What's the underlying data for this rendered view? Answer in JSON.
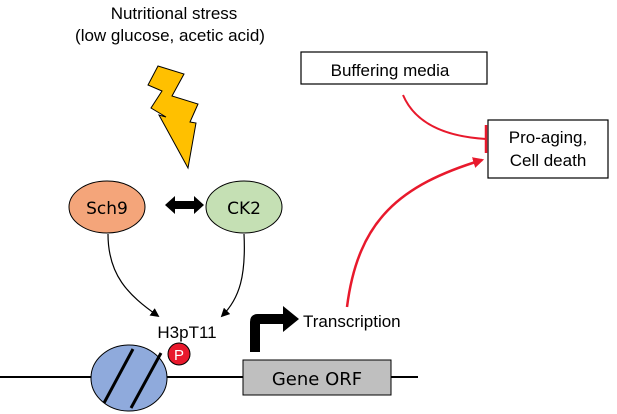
{
  "stress": {
    "line1": "Nutritional stress",
    "line2": "(low glucose, acetic acid)"
  },
  "boxes": {
    "buffering": "Buffering media",
    "outcome_line1": "Pro-aging,",
    "outcome_line2": "Cell death"
  },
  "nodes": {
    "sch9": "Sch9",
    "ck2": "CK2",
    "h3pt11": "H3pT11",
    "phospho": "P",
    "gene": "Gene ORF",
    "transcription": "Transcription"
  },
  "colors": {
    "sch9_fill": "#f4a57a",
    "ck2_fill": "#c5e0b4",
    "nucleosome_fill": "#8faadc",
    "phospho_fill": "#e8192c",
    "gene_fill": "#bfbfbf",
    "lightning_fill": "#ffc000",
    "inhibition": "#e8192c",
    "activation": "#e8192c"
  }
}
